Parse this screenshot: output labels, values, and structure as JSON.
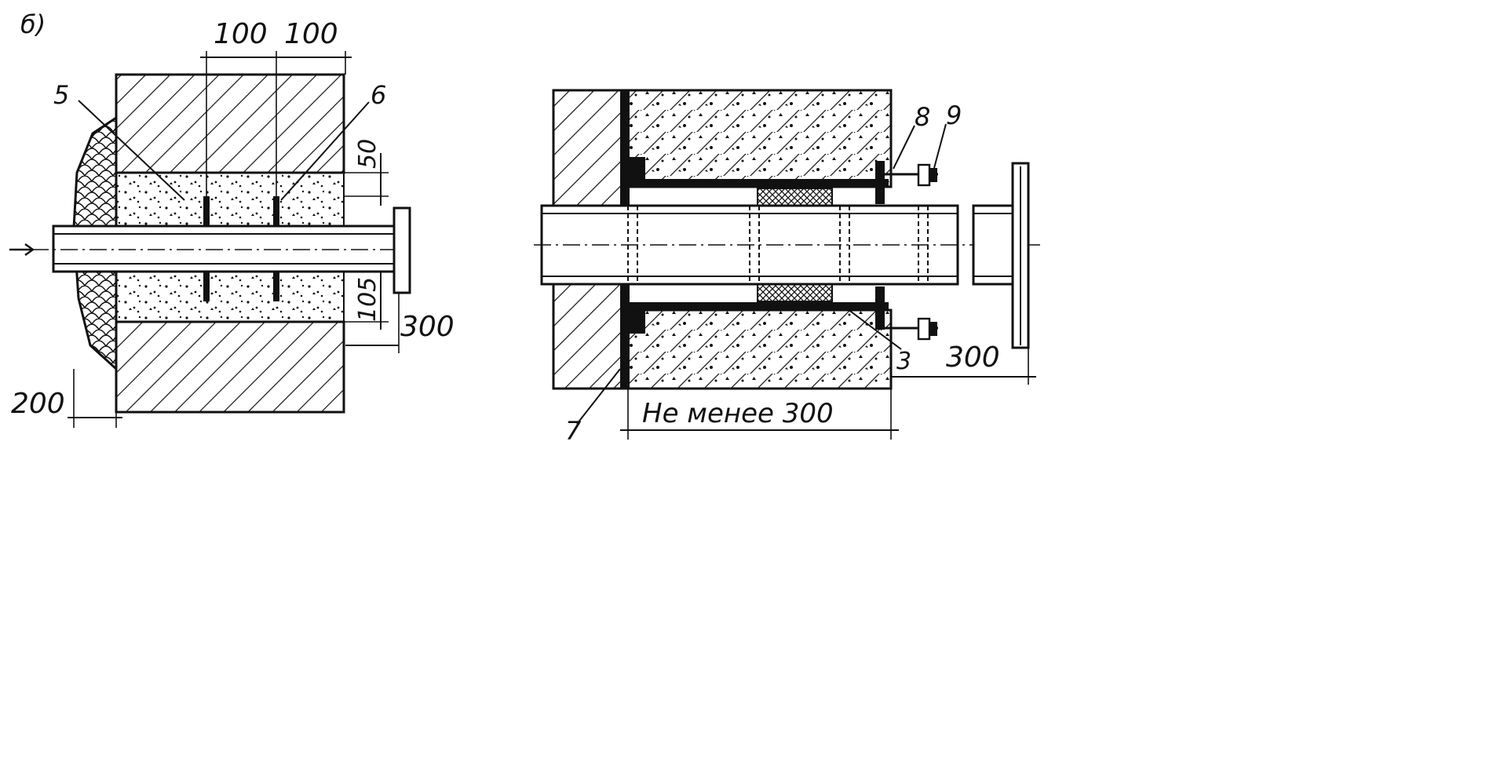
{
  "figure_label": "б)",
  "left": {
    "callouts": {
      "c5": "5",
      "c6": "6"
    },
    "dims": {
      "d100a": "100",
      "d100b": "100",
      "d50": "50",
      "d105": "105",
      "d300": "300",
      "d200": "200"
    }
  },
  "right": {
    "callouts": {
      "c7": "7",
      "c8": "8",
      "c9": "9",
      "c3": "3"
    },
    "dims": {
      "d300": "300",
      "min300": "Не менее 300"
    }
  },
  "colors": {
    "ink": "#111111",
    "paper": "#ffffff"
  }
}
